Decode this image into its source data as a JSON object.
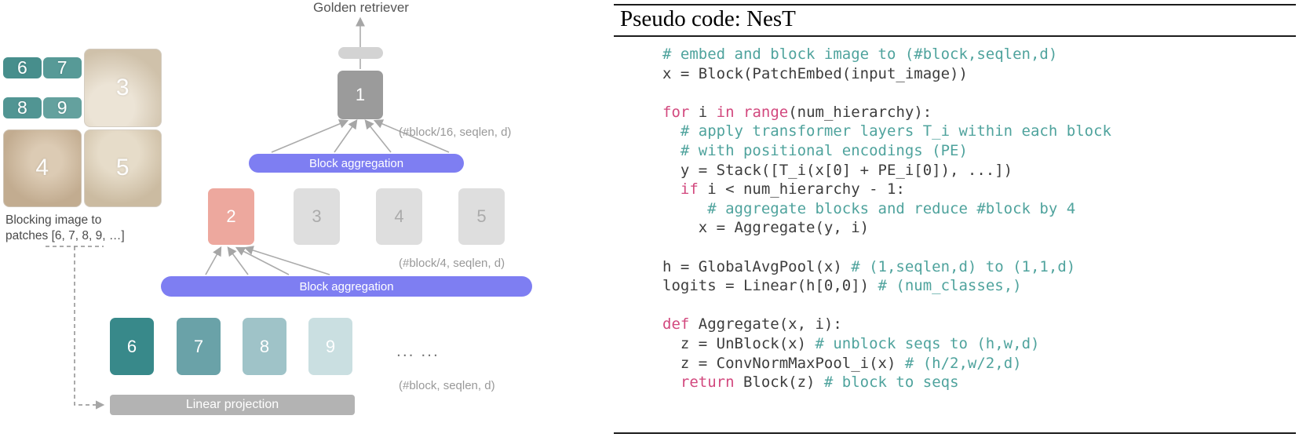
{
  "diagram": {
    "class_label": "Golden retriever",
    "caption_line1": "Blocking image to",
    "caption_line2": "patches [6, 7, 8, 9, …]",
    "block_aggregation_label": "Block aggregation",
    "linear_projection_label": "Linear projection",
    "dots": "... ...",
    "annotations": {
      "level2": "(#block/16, seqlen, d)",
      "level1": "(#block/4, seqlen, d)",
      "level0": "(#block, seqlen, d)"
    },
    "blocks": {
      "root": "1",
      "mid": [
        "2",
        "3",
        "4",
        "5"
      ],
      "leaf": [
        "6",
        "7",
        "8",
        "9"
      ]
    },
    "patches": {
      "sub": [
        "6",
        "7",
        "8",
        "9"
      ],
      "big": [
        "3",
        "4",
        "5"
      ]
    },
    "colors": {
      "aggregation_bar": "#7E7EF2",
      "linear_projection_bar": "#B3B3B3",
      "root_block": "#9B9B9B",
      "highlight_block": "#EDA89E",
      "plain_block": "#DEDEDE",
      "leaf_blocks": [
        "#38898A",
        "#6AA2A8",
        "#9FC3C8",
        "#CADFE1"
      ],
      "comment_text": "#4FA39D",
      "keyword_text": "#D2487E",
      "code_text": "#3D3D3D"
    }
  },
  "code_panel": {
    "title": "Pseudo code: NesT",
    "lines": [
      [
        {
          "t": "c",
          "s": "# embed and block image to (#block,seqlen,d)"
        }
      ],
      [
        {
          "t": "p",
          "s": "x = Block(PatchEmbed(input_image))"
        }
      ],
      [],
      [
        {
          "t": "k",
          "s": "for"
        },
        {
          "t": "p",
          "s": " i "
        },
        {
          "t": "k",
          "s": "in"
        },
        {
          "t": "p",
          "s": " "
        },
        {
          "t": "k",
          "s": "range"
        },
        {
          "t": "p",
          "s": "(num_hierarchy):"
        }
      ],
      [
        {
          "t": "c",
          "s": "  # apply transformer layers T_i within each block"
        }
      ],
      [
        {
          "t": "c",
          "s": "  # with positional encodings (PE)"
        }
      ],
      [
        {
          "t": "p",
          "s": "  y = Stack([T_i(x[0] + PE_i[0]), ...])"
        }
      ],
      [
        {
          "t": "p",
          "s": "  "
        },
        {
          "t": "k",
          "s": "if"
        },
        {
          "t": "p",
          "s": " i < num_hierarchy - 1:"
        }
      ],
      [
        {
          "t": "c",
          "s": "     # aggregate blocks and reduce #block by 4"
        }
      ],
      [
        {
          "t": "p",
          "s": "    x = Aggregate(y, i)"
        }
      ],
      [],
      [
        {
          "t": "p",
          "s": "h = GlobalAvgPool(x) "
        },
        {
          "t": "c",
          "s": "# (1,seqlen,d) to (1,1,d)"
        }
      ],
      [
        {
          "t": "p",
          "s": "logits = Linear(h[0,0]) "
        },
        {
          "t": "c",
          "s": "# (num_classes,)"
        }
      ],
      [],
      [
        {
          "t": "k",
          "s": "def"
        },
        {
          "t": "p",
          "s": " Aggregate(x, i):"
        }
      ],
      [
        {
          "t": "p",
          "s": "  z = UnBlock(x) "
        },
        {
          "t": "c",
          "s": "# unblock seqs to (h,w,d)"
        }
      ],
      [
        {
          "t": "p",
          "s": "  z = ConvNormMaxPool_i(x) "
        },
        {
          "t": "c",
          "s": "# (h/2,w/2,d)"
        }
      ],
      [
        {
          "t": "p",
          "s": "  "
        },
        {
          "t": "k",
          "s": "return"
        },
        {
          "t": "p",
          "s": " Block(z) "
        },
        {
          "t": "c",
          "s": "# block to seqs"
        }
      ]
    ]
  }
}
